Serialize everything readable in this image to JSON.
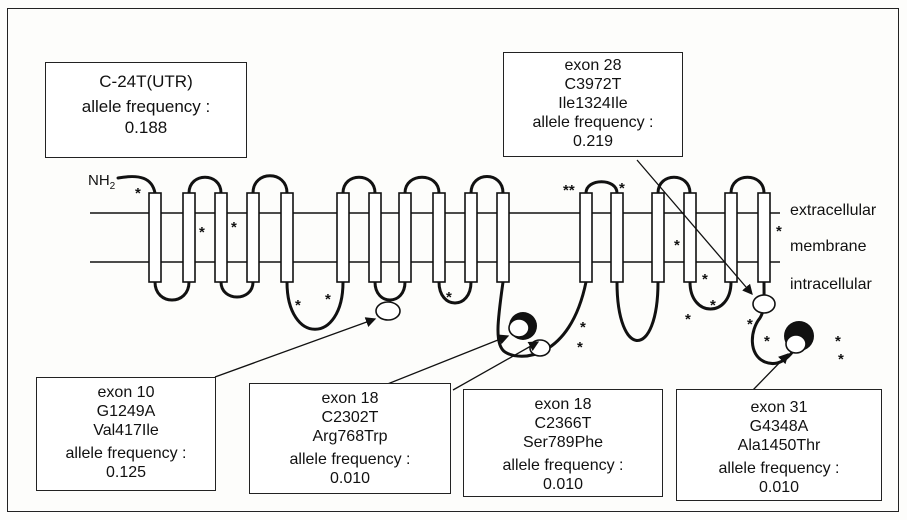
{
  "regions": {
    "extracellular": "extracellular",
    "membrane": "membrane",
    "intracellular": "intracellular"
  },
  "terminus": {
    "prefix": "NH",
    "subscript": "2"
  },
  "mutation_marker": "*",
  "double_marker": "**",
  "variants": {
    "utr": {
      "lines": [
        "C-24T(UTR)"
      ],
      "freq_label": "allele frequency :",
      "freq_value": "0.188"
    },
    "exon28": {
      "lines": [
        "exon 28",
        "C3972T",
        "Ile1324Ile"
      ],
      "freq_label": "allele frequency :",
      "freq_value": "0.219"
    },
    "exon10": {
      "lines": [
        "exon 10",
        "G1249A",
        "Val417Ile"
      ],
      "freq_label": "allele frequency :",
      "freq_value": "0.125"
    },
    "exon18a": {
      "lines": [
        "exon 18",
        "C2302T",
        "Arg768Trp"
      ],
      "freq_label": "allele frequency :",
      "freq_value": "0.010"
    },
    "exon18b": {
      "lines": [
        "exon 18",
        "C2366T",
        "Ser789Phe"
      ],
      "freq_label": "allele frequency :",
      "freq_value": "0.010"
    },
    "exon31": {
      "lines": [
        "exon 31",
        "G4348A",
        "Ala1450Thr"
      ],
      "freq_label": "allele frequency :",
      "freq_value": "0.010"
    }
  }
}
